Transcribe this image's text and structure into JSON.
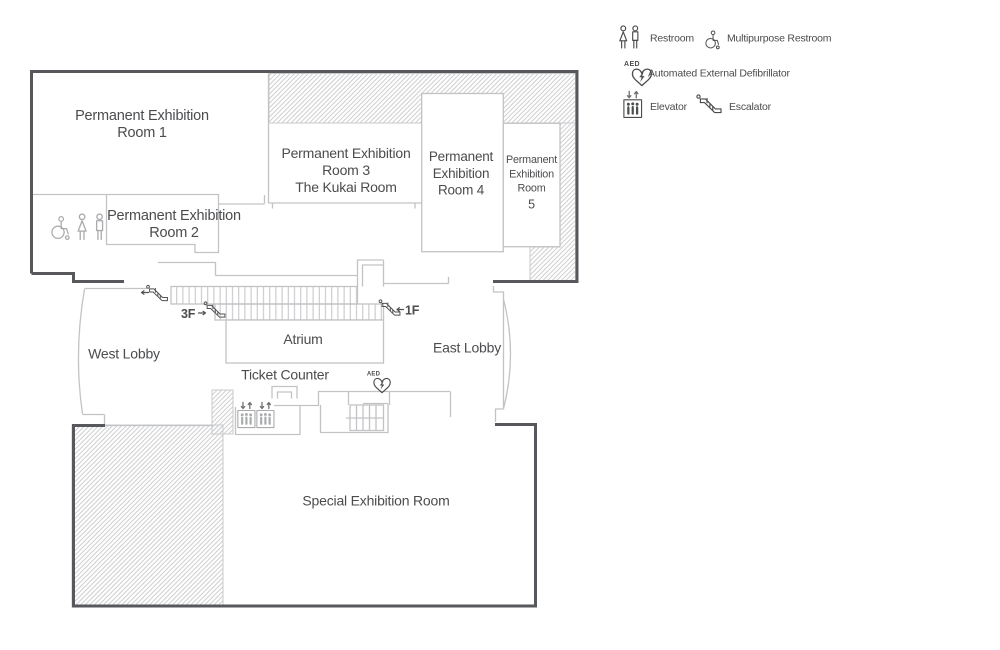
{
  "legend": {
    "restroom_label": "Restroom",
    "multipurpose_restroom_label": "Multipurpose Restroom",
    "aed_label": "Automated External Defibrillator",
    "elevator_label": "Elevator",
    "escalator_label": "Escalator"
  },
  "rooms": {
    "room1_line1": "Permanent Exhibition",
    "room1_line2": "Room 1",
    "room2_line1": "Permanent Exhibition",
    "room2_line2": "Room 2",
    "room3_line1": "Permanent Exhibition",
    "room3_line2": "Room 3",
    "room3_line3": "The Kukai Room",
    "room4_line1": "Permanent",
    "room4_line2": "Exhibition",
    "room4_line3": "Room 4",
    "room5_line1": "Permanent",
    "room5_line2": "Exhibition",
    "room5_line3": "Room",
    "room5_line4": "5",
    "special": "Special Exhibition Room"
  },
  "areas": {
    "west_lobby": "West Lobby",
    "east_lobby": "East Lobby",
    "atrium": "Atrium",
    "ticket_counter": "Ticket Counter"
  },
  "markers": {
    "floor_up": "3F",
    "floor_down": "1F",
    "aed_text": "AED"
  },
  "colors": {
    "wall": "#57585b",
    "line": "#c2c3c5",
    "hatch": "#c9cacc",
    "text": "#4b4c4e",
    "icon_gray": "#aaabad",
    "icon_dark": "#4b4c4e"
  }
}
